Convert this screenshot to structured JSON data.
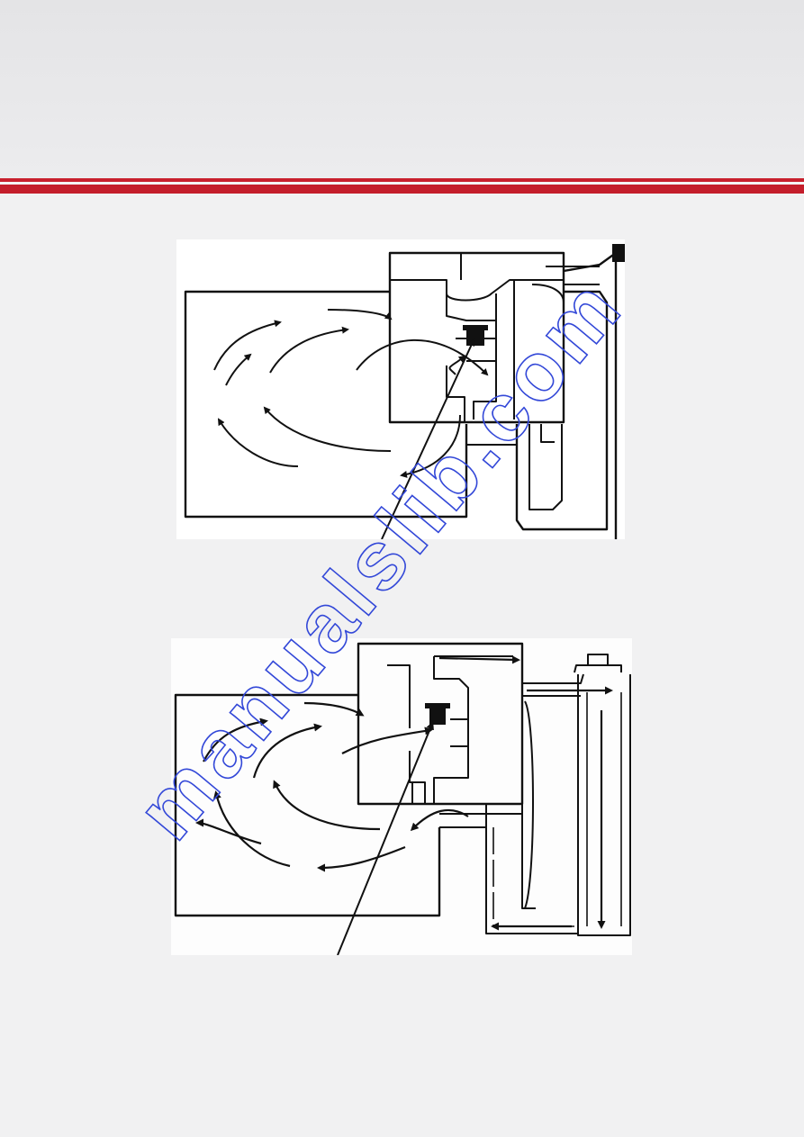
{
  "watermark": {
    "text": "manualslib.com",
    "color": "#3348d8"
  },
  "colors": {
    "accent": "#c41e2b",
    "header": "#e6e6e8",
    "page": "#f1f1f2",
    "ink": "#111111"
  },
  "figures": [
    {
      "name": "airflow-diagram-1"
    },
    {
      "name": "airflow-diagram-2"
    }
  ]
}
